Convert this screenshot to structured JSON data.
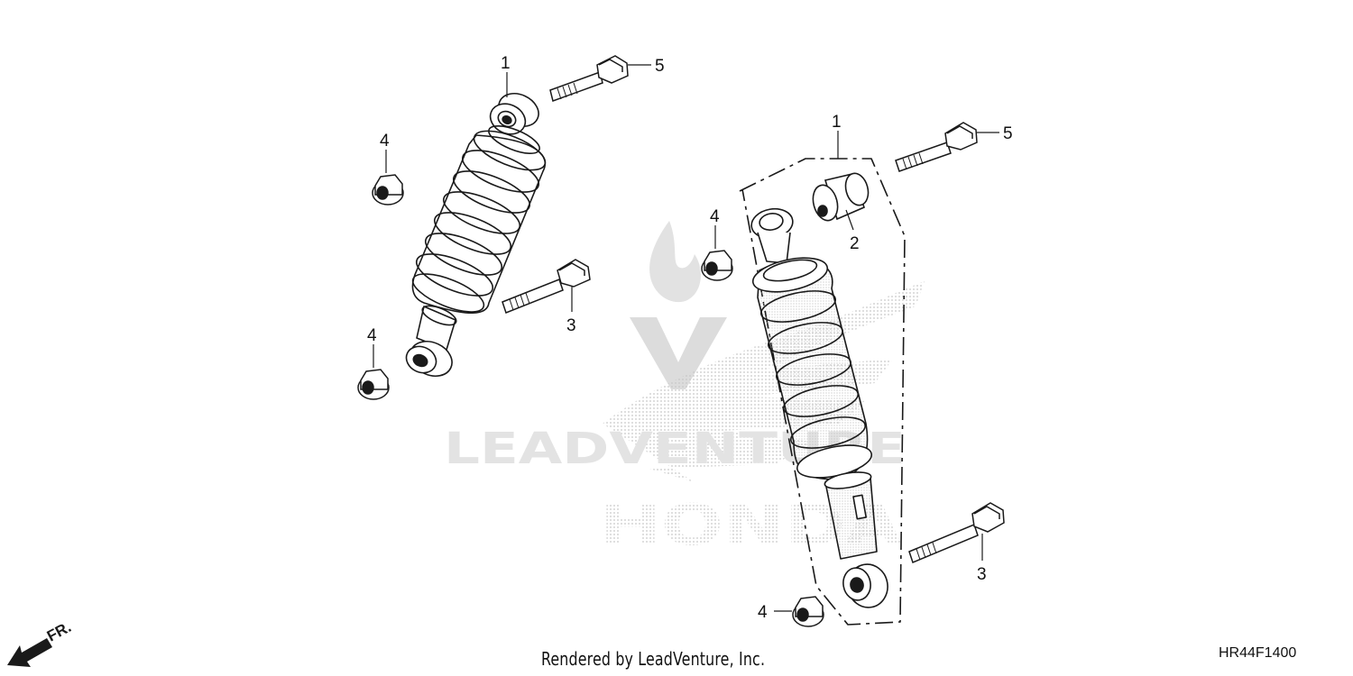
{
  "diagram": {
    "credit": "Rendered by LeadVenture, Inc.",
    "diagram_code": "HR44F1400",
    "front_indicator": "FR.",
    "watermark": {
      "text_line1": "LEADVENTURE",
      "text_line2": "HONDA"
    },
    "callouts": [
      {
        "id": "left-shock",
        "label": "1"
      },
      {
        "id": "right-shock",
        "label": "1"
      },
      {
        "id": "bushing",
        "label": "2"
      },
      {
        "id": "left-lower-bolt",
        "label": "3"
      },
      {
        "id": "right-lower-bolt",
        "label": "3"
      },
      {
        "id": "left-upper-nut",
        "label": "4"
      },
      {
        "id": "left-lower-nut",
        "label": "4"
      },
      {
        "id": "right-upper-nut",
        "label": "4"
      },
      {
        "id": "right-lower-nut",
        "label": "4"
      },
      {
        "id": "left-upper-bolt",
        "label": "5"
      },
      {
        "id": "right-upper-bolt",
        "label": "5"
      }
    ]
  },
  "colors": {
    "line": "#1a1a1a",
    "watermark": "#d6d6d6"
  }
}
